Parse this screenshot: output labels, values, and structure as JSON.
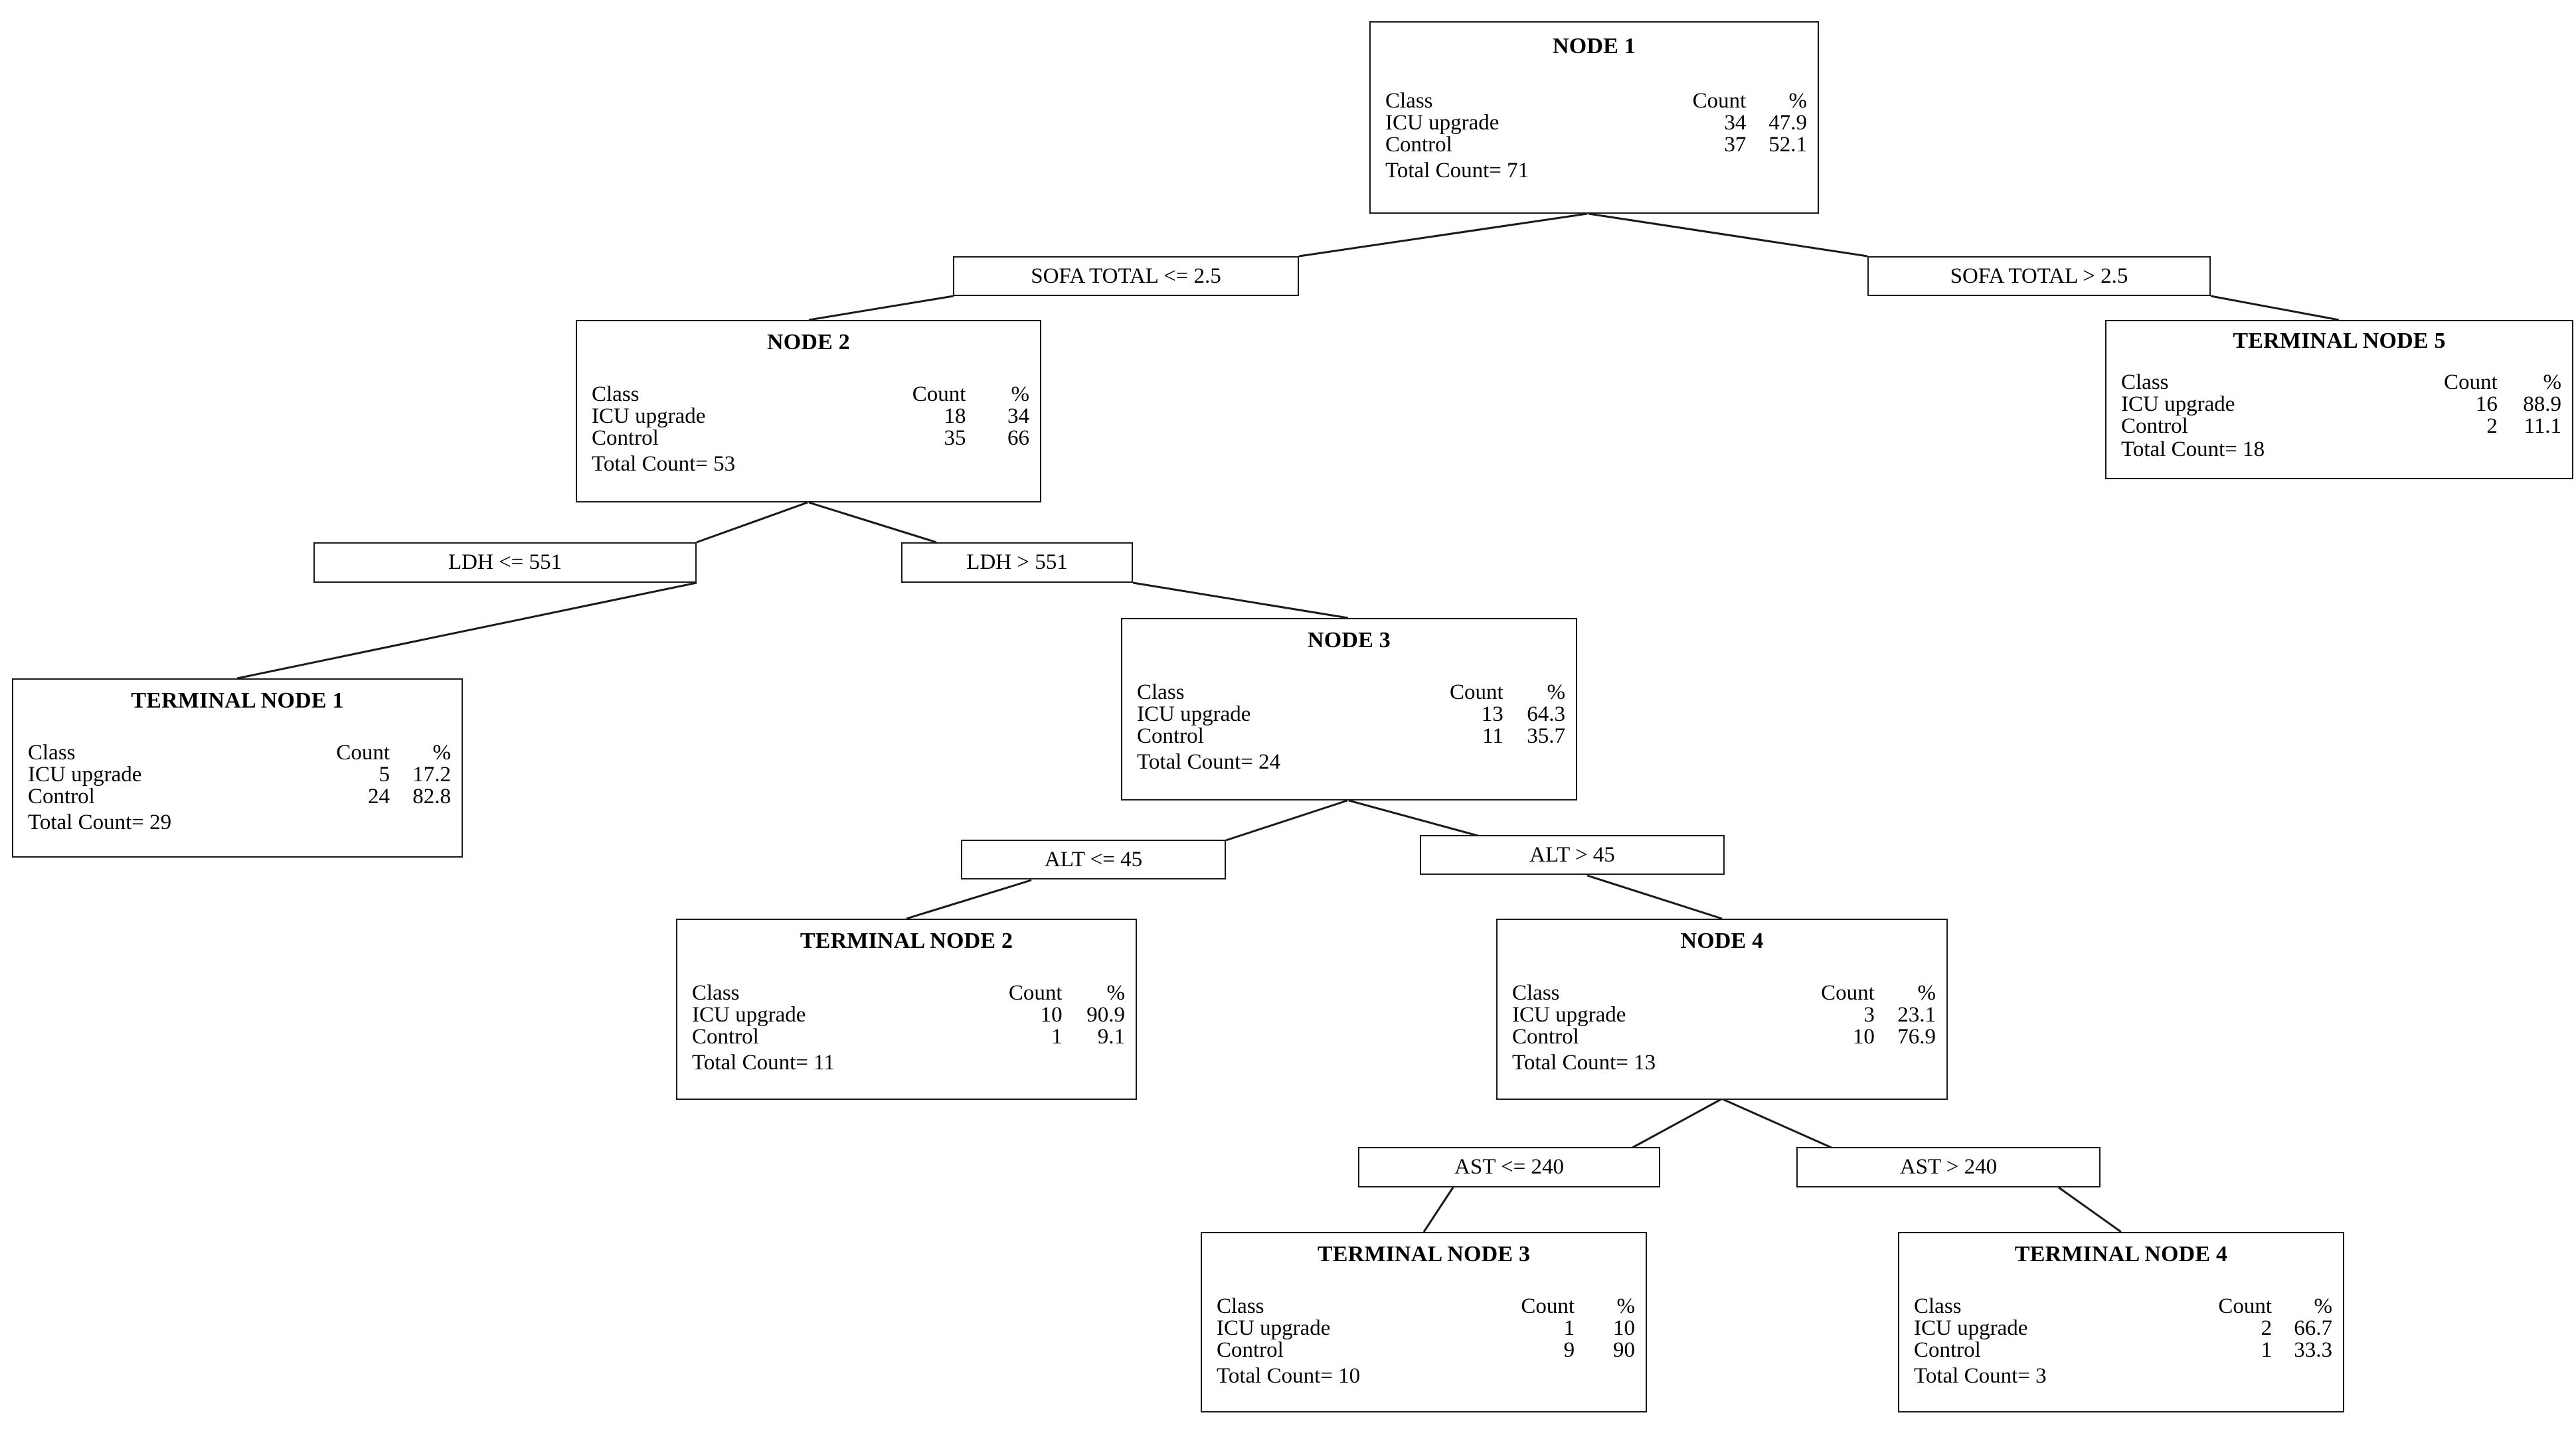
{
  "figure": {
    "type": "decision-tree",
    "class_labels": [
      "ICU upgrade",
      "Control"
    ],
    "columns": {
      "class": "Class",
      "count": "Count",
      "pct": "%"
    },
    "total_prefix": "Total Count="
  },
  "nodes": {
    "node1": {
      "title": "NODE 1",
      "header_class": "Class",
      "header_count": "Count",
      "header_pct": "%",
      "row1_label": "ICU upgrade",
      "row1_count": "34",
      "row1_pct": "47.9",
      "row2_label": "Control",
      "row2_count": "37",
      "row2_pct": "52.1",
      "total": "Total Count= 71"
    },
    "node2": {
      "title": "NODE 2",
      "header_class": "Class",
      "header_count": "Count",
      "header_pct": "%",
      "row1_label": "ICU upgrade",
      "row1_count": "18",
      "row1_pct": "34",
      "row2_label": "Control",
      "row2_count": "35",
      "row2_pct": "66",
      "total": "Total Count= 53"
    },
    "node3": {
      "title": "NODE 3",
      "header_class": "Class",
      "header_count": "Count",
      "header_pct": "%",
      "row1_label": "ICU upgrade",
      "row1_count": "13",
      "row1_pct": "64.3",
      "row2_label": "Control",
      "row2_count": "11",
      "row2_pct": "35.7",
      "total": "Total Count= 24"
    },
    "node4": {
      "title": "NODE 4",
      "header_class": "Class",
      "header_count": "Count",
      "header_pct": "%",
      "row1_label": "ICU upgrade",
      "row1_count": "3",
      "row1_pct": "23.1",
      "row2_label": "Control",
      "row2_count": "10",
      "row2_pct": "76.9",
      "total": "Total Count= 13"
    },
    "terminal1": {
      "title": "TERMINAL NODE 1",
      "header_class": "Class",
      "header_count": "Count",
      "header_pct": "%",
      "row1_label": "ICU upgrade",
      "row1_count": "5",
      "row1_pct": "17.2",
      "row2_label": "Control",
      "row2_count": "24",
      "row2_pct": "82.8",
      "total": "Total Count= 29"
    },
    "terminal2": {
      "title": "TERMINAL NODE 2",
      "header_class": "Class",
      "header_count": "Count",
      "header_pct": "%",
      "row1_label": "ICU upgrade",
      "row1_count": "10",
      "row1_pct": "90.9",
      "row2_label": "Control",
      "row2_count": "1",
      "row2_pct": "9.1",
      "total": "Total Count= 11"
    },
    "terminal3": {
      "title": "TERMINAL NODE 3",
      "header_class": "Class",
      "header_count": "Count",
      "header_pct": "%",
      "row1_label": "ICU upgrade",
      "row1_count": "1",
      "row1_pct": "10",
      "row2_label": "Control",
      "row2_count": "9",
      "row2_pct": "90",
      "total": "Total Count= 10"
    },
    "terminal4": {
      "title": "TERMINAL NODE 4",
      "header_class": "Class",
      "header_count": "Count",
      "header_pct": "%",
      "row1_label": "ICU upgrade",
      "row1_count": "2",
      "row1_pct": "66.7",
      "row2_label": "Control",
      "row2_count": "1",
      "row2_pct": "33.3",
      "total": "Total Count= 3"
    },
    "terminal5": {
      "title": "TERMINAL NODE 5",
      "header_class": "Class",
      "header_count": "Count",
      "header_pct": "%",
      "row1_label": "ICU upgrade",
      "row1_count": "16",
      "row1_pct": "88.9",
      "row2_label": "Control",
      "row2_count": "2",
      "row2_pct": "11.1",
      "total": "Total Count= 18"
    }
  },
  "splits": {
    "sofa_le": "SOFA TOTAL <= 2.5",
    "sofa_gt": "SOFA TOTAL > 2.5",
    "ldh_le": "LDH <= 551",
    "ldh_gt": "LDH > 551",
    "alt_le": "ALT <= 45",
    "alt_gt": "ALT > 45",
    "ast_le": "AST <= 240",
    "ast_gt": "AST > 240"
  },
  "chart_data": {
    "type": "tree",
    "title": "",
    "root": "NODE 1",
    "class_labels": [
      "ICU upgrade",
      "Control"
    ],
    "nodes": [
      {
        "id": "NODE 1",
        "kind": "internal",
        "counts": [
          34,
          37
        ],
        "percents": [
          47.9,
          52.1
        ],
        "total": 71,
        "split_variable": "SOFA TOTAL",
        "split_value": 2.5,
        "children": {
          "left": "NODE 2",
          "right": "TERMINAL NODE 5"
        }
      },
      {
        "id": "NODE 2",
        "kind": "internal",
        "counts": [
          18,
          35
        ],
        "percents": [
          34,
          66
        ],
        "total": 53,
        "split_variable": "LDH",
        "split_value": 551,
        "children": {
          "left": "TERMINAL NODE 1",
          "right": "NODE 3"
        }
      },
      {
        "id": "NODE 3",
        "kind": "internal",
        "counts": [
          13,
          11
        ],
        "percents": [
          64.3,
          35.7
        ],
        "total": 24,
        "split_variable": "ALT",
        "split_value": 45,
        "children": {
          "left": "TERMINAL NODE 2",
          "right": "NODE 4"
        }
      },
      {
        "id": "NODE 4",
        "kind": "internal",
        "counts": [
          3,
          10
        ],
        "percents": [
          23.1,
          76.9
        ],
        "total": 13,
        "split_variable": "AST",
        "split_value": 240,
        "children": {
          "left": "TERMINAL NODE 3",
          "right": "TERMINAL NODE 4"
        }
      },
      {
        "id": "TERMINAL NODE 1",
        "kind": "terminal",
        "counts": [
          5,
          24
        ],
        "percents": [
          17.2,
          82.8
        ],
        "total": 29
      },
      {
        "id": "TERMINAL NODE 2",
        "kind": "terminal",
        "counts": [
          10,
          1
        ],
        "percents": [
          90.9,
          9.1
        ],
        "total": 11
      },
      {
        "id": "TERMINAL NODE 3",
        "kind": "terminal",
        "counts": [
          1,
          9
        ],
        "percents": [
          10,
          90
        ],
        "total": 10
      },
      {
        "id": "TERMINAL NODE 4",
        "kind": "terminal",
        "counts": [
          2,
          1
        ],
        "percents": [
          66.7,
          33.3
        ],
        "total": 3
      },
      {
        "id": "TERMINAL NODE 5",
        "kind": "terminal",
        "counts": [
          16,
          2
        ],
        "percents": [
          88.9,
          11.1
        ],
        "total": 18
      }
    ],
    "edge_labels": [
      "SOFA TOTAL <= 2.5",
      "SOFA TOTAL > 2.5",
      "LDH <= 551",
      "LDH > 551",
      "ALT <= 45",
      "ALT > 45",
      "AST <= 240",
      "AST > 240"
    ]
  }
}
